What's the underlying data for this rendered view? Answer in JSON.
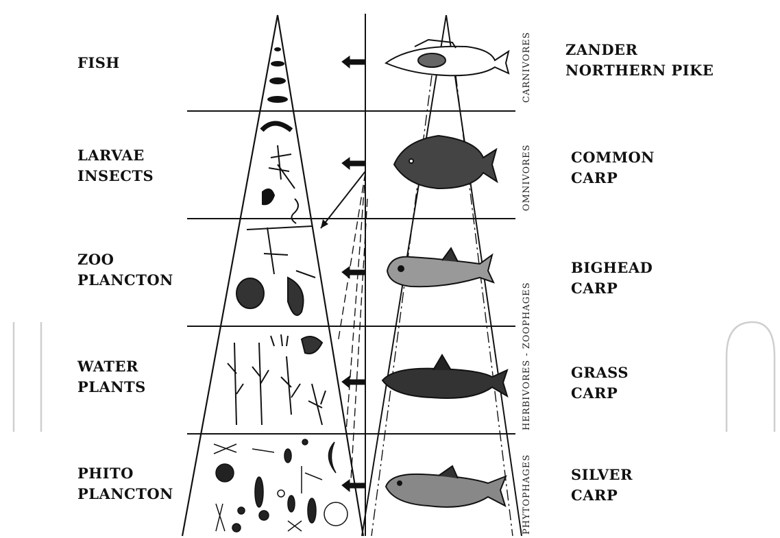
{
  "levels": [
    {
      "organisms": [
        "FISH"
      ],
      "fish": [
        "ZANDER",
        "NORTHERN PIKE"
      ]
    },
    {
      "organisms": [
        "LARVAE",
        "INSECTS"
      ],
      "fish": [
        "COMMON",
        "CARP"
      ]
    },
    {
      "organisms": [
        "ZOO",
        "PLANCTON"
      ],
      "fish": [
        "BIGHEAD",
        "CARP"
      ]
    },
    {
      "organisms": [
        "WATER",
        "PLANTS"
      ],
      "fish": [
        "GRASS",
        "CARP"
      ]
    },
    {
      "organisms": [
        "PHITO",
        "PLANCTON"
      ],
      "fish": [
        "SILVER",
        "CARP"
      ]
    }
  ],
  "feeding_groups": [
    "CARNIVORES",
    "OMNIVORES",
    "HERBIVORES - ZOOPHAGES",
    "PHYTOPHAGES"
  ],
  "colors": {
    "ink": "#111111",
    "watermark": "#cfcfcf",
    "background": "#ffffff"
  }
}
